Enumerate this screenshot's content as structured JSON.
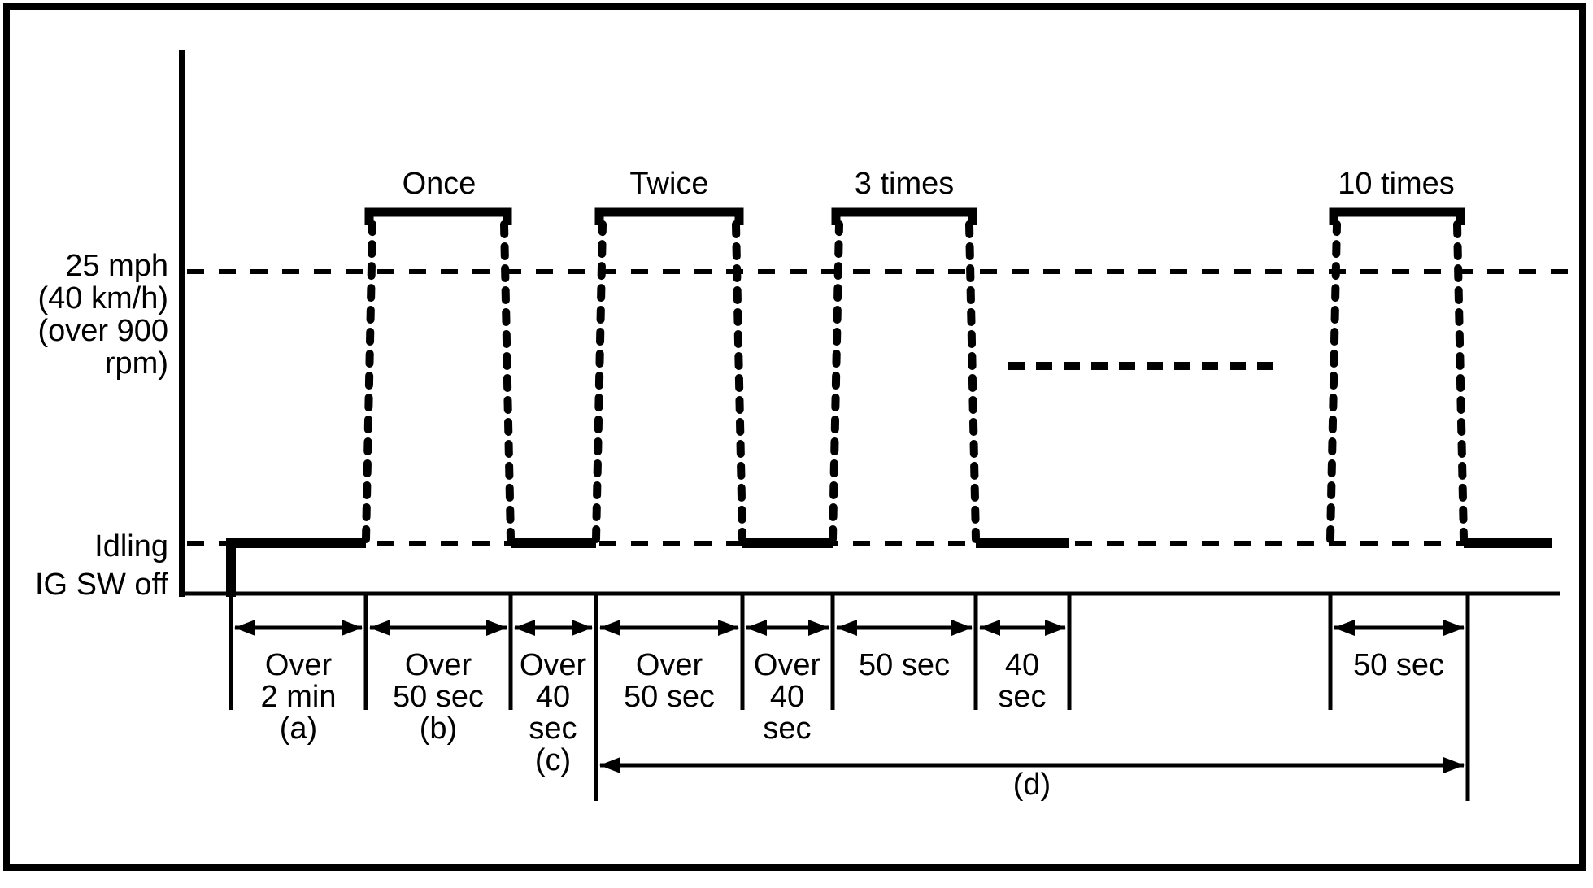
{
  "figure": {
    "kind": "drive-pattern-timing-diagram",
    "colors": {
      "ink": "#000000",
      "paper": "#ffffff"
    }
  },
  "y_axis": {
    "speed_label_lines": [
      "25 mph",
      "(40 km/h)",
      "(over 900",
      "rpm)"
    ],
    "idling_label": "Idling",
    "ig_sw_off_label": "IG SW off"
  },
  "pulse_labels": [
    "Once",
    "Twice",
    "3 times",
    "10 times"
  ],
  "interval_labels": [
    [
      "Over",
      "2 min",
      "(a)"
    ],
    [
      "Over",
      "50 sec",
      "(b)"
    ],
    [
      "Over",
      "40",
      "sec",
      "(c)"
    ],
    [
      "Over",
      "50 sec"
    ],
    [
      "Over",
      "40",
      "sec"
    ],
    [
      "50 sec"
    ],
    [
      "40",
      "sec"
    ],
    [
      "50 sec"
    ]
  ],
  "overall_interval_label": "(d)"
}
